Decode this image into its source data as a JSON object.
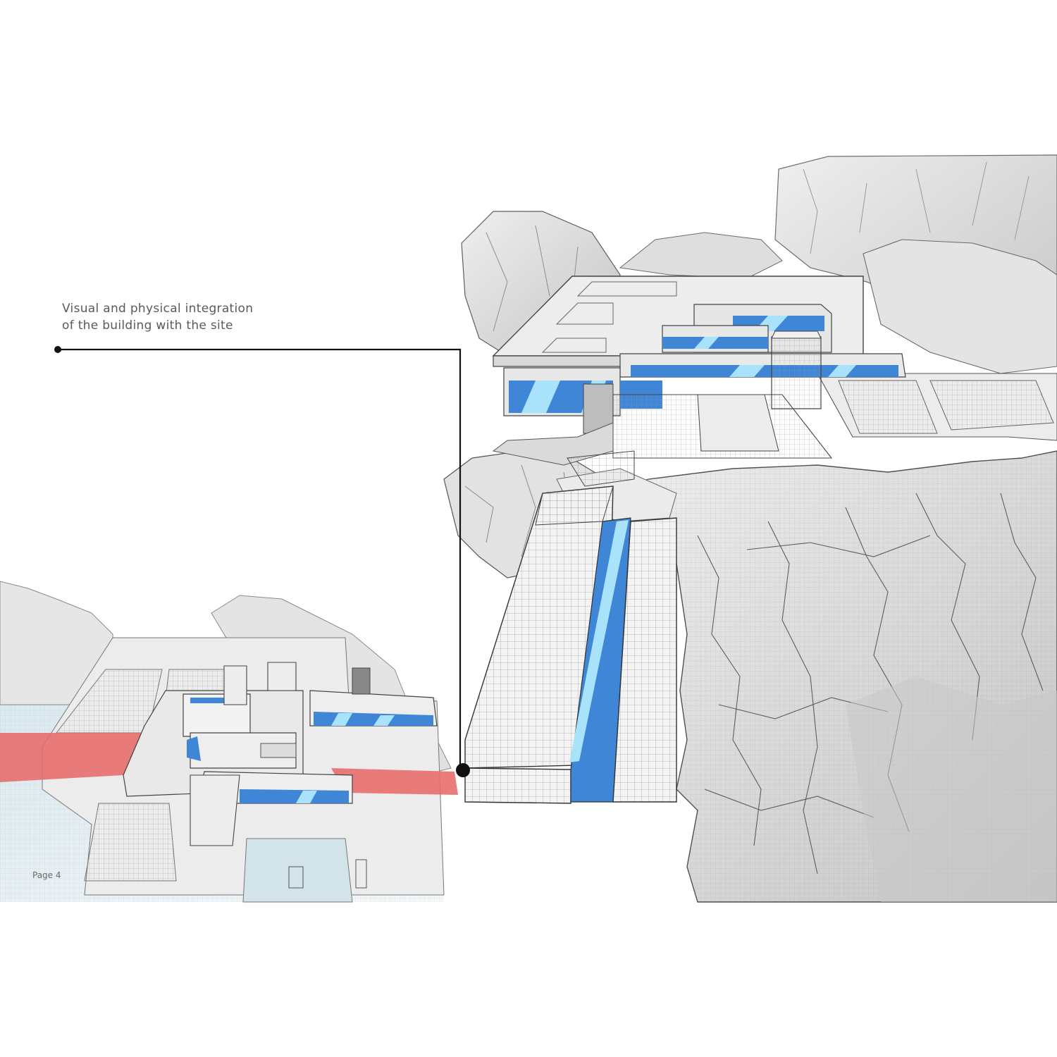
{
  "caption": {
    "line1": "Visual and physical integration",
    "line2": "of the building with the site"
  },
  "page_label": "Page 4",
  "colors": {
    "rock": "#d6d6d6",
    "rock_shadow": "#b9b9b9",
    "rock_light": "#ececec",
    "slab": "#ebebeb",
    "slab_edge": "#555555",
    "glass": "#3f86d6",
    "glass_light": "#a9e3fb",
    "path_red": "#e86a6a",
    "ground_blue": "#c9dde6",
    "leader_line": "#111111"
  }
}
